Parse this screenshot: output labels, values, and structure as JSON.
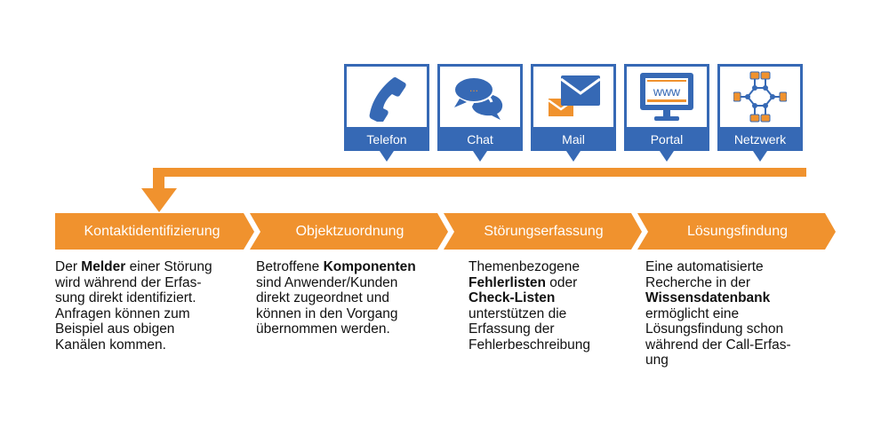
{
  "colors": {
    "blue": "#3669b5",
    "orange": "#f0922e",
    "text": "#111111"
  },
  "channels": [
    {
      "label": "Telefon",
      "icon": "phone-icon"
    },
    {
      "label": "Chat",
      "icon": "chat-bubbles-icon"
    },
    {
      "label": "Mail",
      "icon": "envelope-icon"
    },
    {
      "label": "Portal",
      "icon": "monitor-www-icon"
    },
    {
      "label": "Netzwerk",
      "icon": "network-icon"
    }
  ],
  "portal_icon_text": "www",
  "chat_icon_text": "...",
  "steps": [
    {
      "label": "Kontaktidentifizierung"
    },
    {
      "label": "Objektzuordnung"
    },
    {
      "label": "Störungserfassung"
    },
    {
      "label": "Lösungsfindung"
    }
  ],
  "descriptions": [
    {
      "lines": [
        [
          {
            "t": "Der "
          },
          {
            "t": "Melder",
            "b": true
          },
          {
            "t": " einer Störung"
          }
        ],
        [
          {
            "t": "wird während der Erfas-"
          }
        ],
        [
          {
            "t": "sung direkt identifiziert."
          }
        ],
        [
          {
            "t": "Anfragen können zum"
          }
        ],
        [
          {
            "t": "Beispiel aus obigen"
          }
        ],
        [
          {
            "t": "Kanälen kommen."
          }
        ]
      ]
    },
    {
      "lines": [
        [
          {
            "t": "Betroffene "
          },
          {
            "t": "Komponenten",
            "b": true
          }
        ],
        [
          {
            "t": "sind Anwender/Kunden"
          }
        ],
        [
          {
            "t": "direkt zugeordnet und"
          }
        ],
        [
          {
            "t": "können in den Vorgang"
          }
        ],
        [
          {
            "t": "übernommen werden."
          }
        ]
      ]
    },
    {
      "lines": [
        [
          {
            "t": "Themenbezogene"
          }
        ],
        [
          {
            "t": "Fehlerlisten",
            "b": true
          },
          {
            "t": " oder"
          }
        ],
        [
          {
            "t": "Check-Listen",
            "b": true
          }
        ],
        [
          {
            "t": "unterstützen die"
          }
        ],
        [
          {
            "t": "Erfassung der"
          }
        ],
        [
          {
            "t": "Fehlerbeschreibung"
          }
        ]
      ]
    },
    {
      "lines": [
        [
          {
            "t": "Eine automatisierte"
          }
        ],
        [
          {
            "t": "Recherche in der"
          }
        ],
        [
          {
            "t": "Wissensdatenbank",
            "b": true
          }
        ],
        [
          {
            "t": "ermöglicht eine"
          }
        ],
        [
          {
            "t": "Lösungsfindung schon"
          }
        ],
        [
          {
            "t": "während der Call-Erfas-"
          }
        ],
        [
          {
            "t": "ung"
          }
        ]
      ]
    }
  ]
}
